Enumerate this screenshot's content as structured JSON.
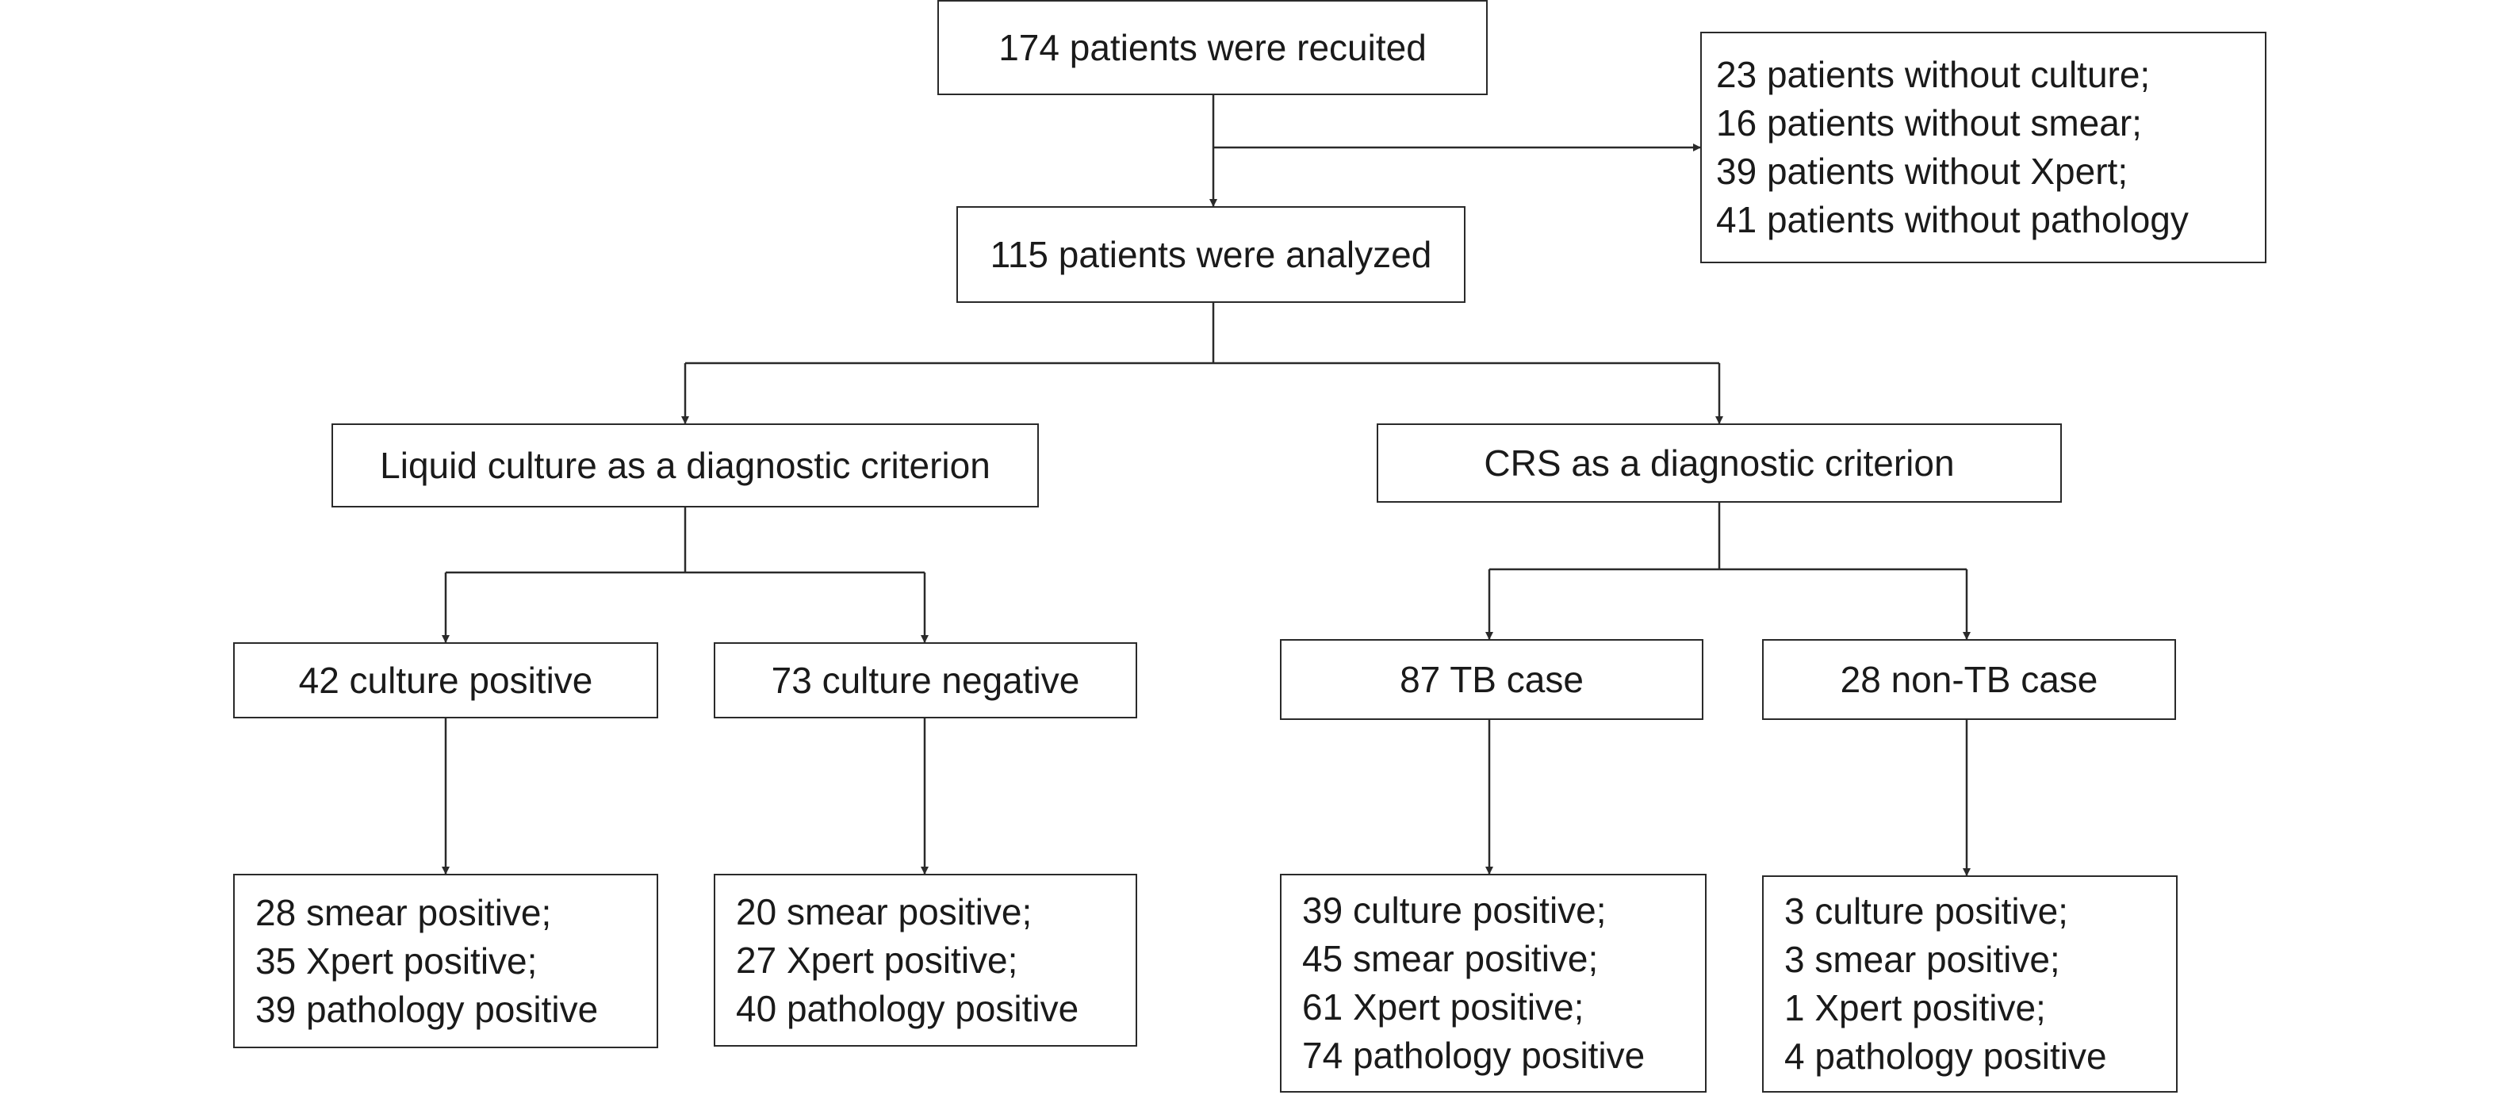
{
  "recruited": "174 patients were recuited",
  "excluded": [
    "23 patients without culture;",
    "16 patients without smear;",
    "39 patients without Xpert;",
    "41 patients without pathology"
  ],
  "analyzed": "115 patients were analyzed",
  "criteria": {
    "liquid_culture": {
      "label": "Liquid culture as a diagnostic criterion",
      "positive": {
        "label": "42 culture positive",
        "results": [
          "28 smear positive;",
          "35 Xpert positive;",
          "39 pathology positive"
        ]
      },
      "negative": {
        "label": "73 culture negative",
        "results": [
          "20 smear positive;",
          "27 Xpert positive;",
          "40 pathology positive"
        ]
      }
    },
    "crs": {
      "label": "CRS as a diagnostic criterion",
      "tb": {
        "label": "87 TB case",
        "results": [
          "39 culture positive;",
          "45 smear positive;",
          "61 Xpert positive;",
          "74 pathology positive"
        ]
      },
      "non_tb": {
        "label": "28 non-TB case",
        "results": [
          "3 culture positive;",
          "3 smear positive;",
          "1 Xpert positive;",
          "4 pathology positive"
        ]
      }
    }
  }
}
